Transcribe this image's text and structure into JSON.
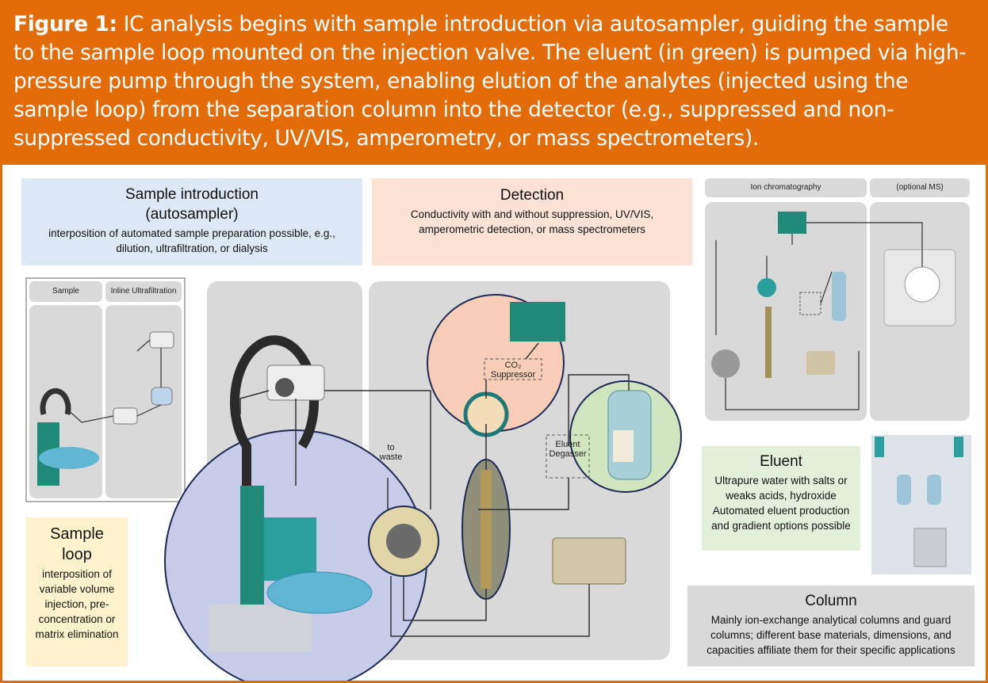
{
  "figure": {
    "label": "Figure 1:",
    "caption": "IC analysis begins with sample introduction via autosampler, guiding the sample to the sample loop mounted on the injection valve. The eluent (in green) is pumped via high-pressure pump through the system, enabling elution of the analytes (injected using the sample loop) from the separation column into the detector (e.g., suppressed and non-suppressed conductivity, UV/VIS, amperometry, or mass spectrometers)."
  },
  "boxes": {
    "sample_intro": {
      "title": "Sample introduction (autosampler)",
      "desc": "interposition of automated sample preparation possible, e.g., dilution, ultrafiltration, or dialysis",
      "color": "#dbe8f5"
    },
    "detection": {
      "title": "Detection",
      "desc": "Conductivity with and without suppression, UV/VIS, amperometric detection, or mass spectrometers",
      "color": "#fbe2d5"
    },
    "sample_loop": {
      "title": "Sample loop",
      "desc": "interposition of variable volume injection, pre-concentration or matrix elimination",
      "color": "#fff2cc"
    },
    "eluent": {
      "title": "Eluent",
      "desc": "Ultrapure water with salts or weaks acids, hydroxide Automated eluent production and gradient options possible",
      "color": "#e2f0d9"
    },
    "column": {
      "title": "Column",
      "desc": "Mainly ion-exchange analytical columns and guard columns; different base materials, dimensions, and capacities affiliate them for their specific applications",
      "color": "#d9d9d9"
    }
  },
  "diagram_labels": {
    "sample": "Sample",
    "inline_uf": "Inline Ultrafiltration",
    "to_waste": "to waste",
    "co2_suppressor": "CO₂ Suppressor",
    "eluent_degasser": "Eluent Degasser",
    "ion_chromatography": "Ion chromatography",
    "optional_ms": "(optional MS)"
  },
  "colors": {
    "accent": "#e36c09",
    "teal": "#1f8a78",
    "panel_grey": "#d9d9d9"
  }
}
